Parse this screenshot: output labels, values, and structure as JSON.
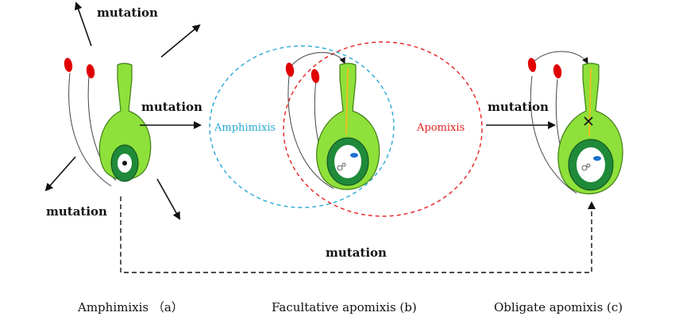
{
  "labels": {
    "mutation_top": "mutation",
    "mutation_mid": "mutation",
    "mutation_left": "mutation",
    "mutation_right": "mutation",
    "mutation_bottom": "mutation",
    "amphimixis_circle": "Amphimixis",
    "apomixis_circle": "Apomixis"
  },
  "captions": {
    "a": "Amphimixis （a）",
    "b": "Facultative apomixis (b)",
    "c": "Obligate apomixis (c)"
  },
  "colors": {
    "pistil_fill": "#8ee03a",
    "pistil_stroke": "#3f7d15",
    "ovule_fill": "#1f8a3a",
    "pollen": "#e00000",
    "amphimixis_circle": "#29a8d8",
    "apomixis_circle": "#e82020",
    "arrow": "#111111",
    "style_line": "#e8c020",
    "cell_blue": "#1d6fd1"
  }
}
